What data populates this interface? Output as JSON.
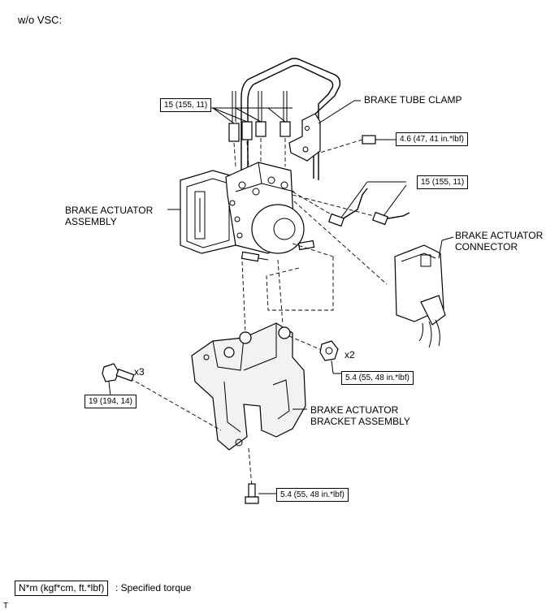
{
  "heading": "w/o VSC:",
  "labels": {
    "brake_tube_clamp": "BRAKE TUBE CLAMP",
    "actuator_assembly_line1": "BRAKE ACTUATOR",
    "actuator_assembly_line2": "ASSEMBLY",
    "connector_line1": "BRAKE ACTUATOR",
    "connector_line2": "CONNECTOR",
    "bracket_line1": "BRAKE ACTUATOR",
    "bracket_line2": "BRACKET ASSEMBLY"
  },
  "torques": {
    "tubes_top": "15 (155, 11)",
    "clamp_bolt": "4.6 (47, 41 in.*lbf)",
    "tubes_right": "15 (155, 11)",
    "bracket_nut": "5.4 (55, 48 in.*lbf)",
    "bracket_bolt": "19 (194, 14)",
    "bottom_bolt": "5.4 (55, 48 in.*lbf)"
  },
  "quantities": {
    "nut_count": "x2",
    "bolt_count": "x3"
  },
  "legend": {
    "unit": "N*m (kgf*cm, ft.*lbf)",
    "description": ": Specified torque"
  },
  "corner_mark": "T"
}
